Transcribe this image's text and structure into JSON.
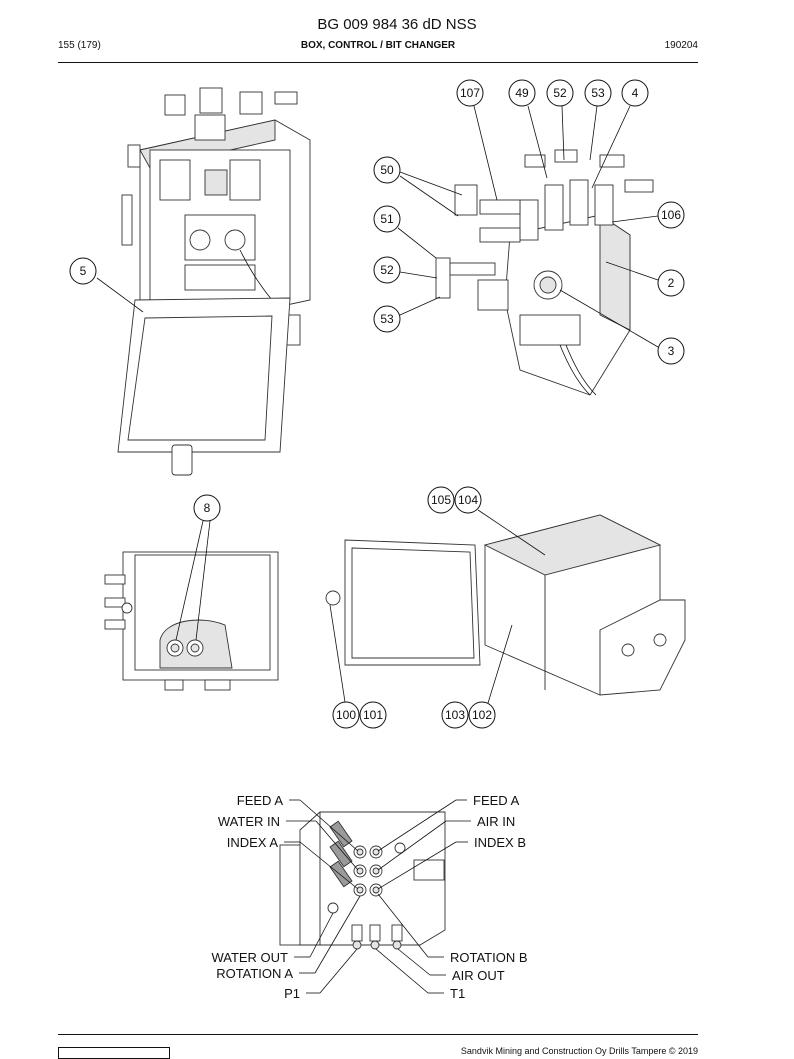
{
  "header": {
    "title": "BG 009 984 36 dD NSS",
    "page": "155 (179)",
    "section": "BOX, CONTROL / BIT CHANGER",
    "date_code": "190204"
  },
  "figure1": {
    "callouts": [
      "107",
      "49",
      "52",
      "53",
      "4",
      "50",
      "106",
      "51",
      "52",
      "2",
      "53",
      "3",
      "5"
    ]
  },
  "figure2": {
    "callouts": [
      "8",
      "105",
      "104",
      "100",
      "101",
      "103",
      "102"
    ]
  },
  "figure3": {
    "labels_left": [
      "FEED A",
      "WATER IN",
      "INDEX A",
      "WATER OUT",
      "ROTATION A",
      "P1"
    ],
    "labels_right": [
      "FEED A",
      "AIR IN",
      "INDEX B",
      "ROTATION B",
      "AIR OUT",
      "T1"
    ]
  },
  "footer": {
    "copyright": "Sandvik Mining and Construction Oy Drills Tampere © 2019"
  }
}
